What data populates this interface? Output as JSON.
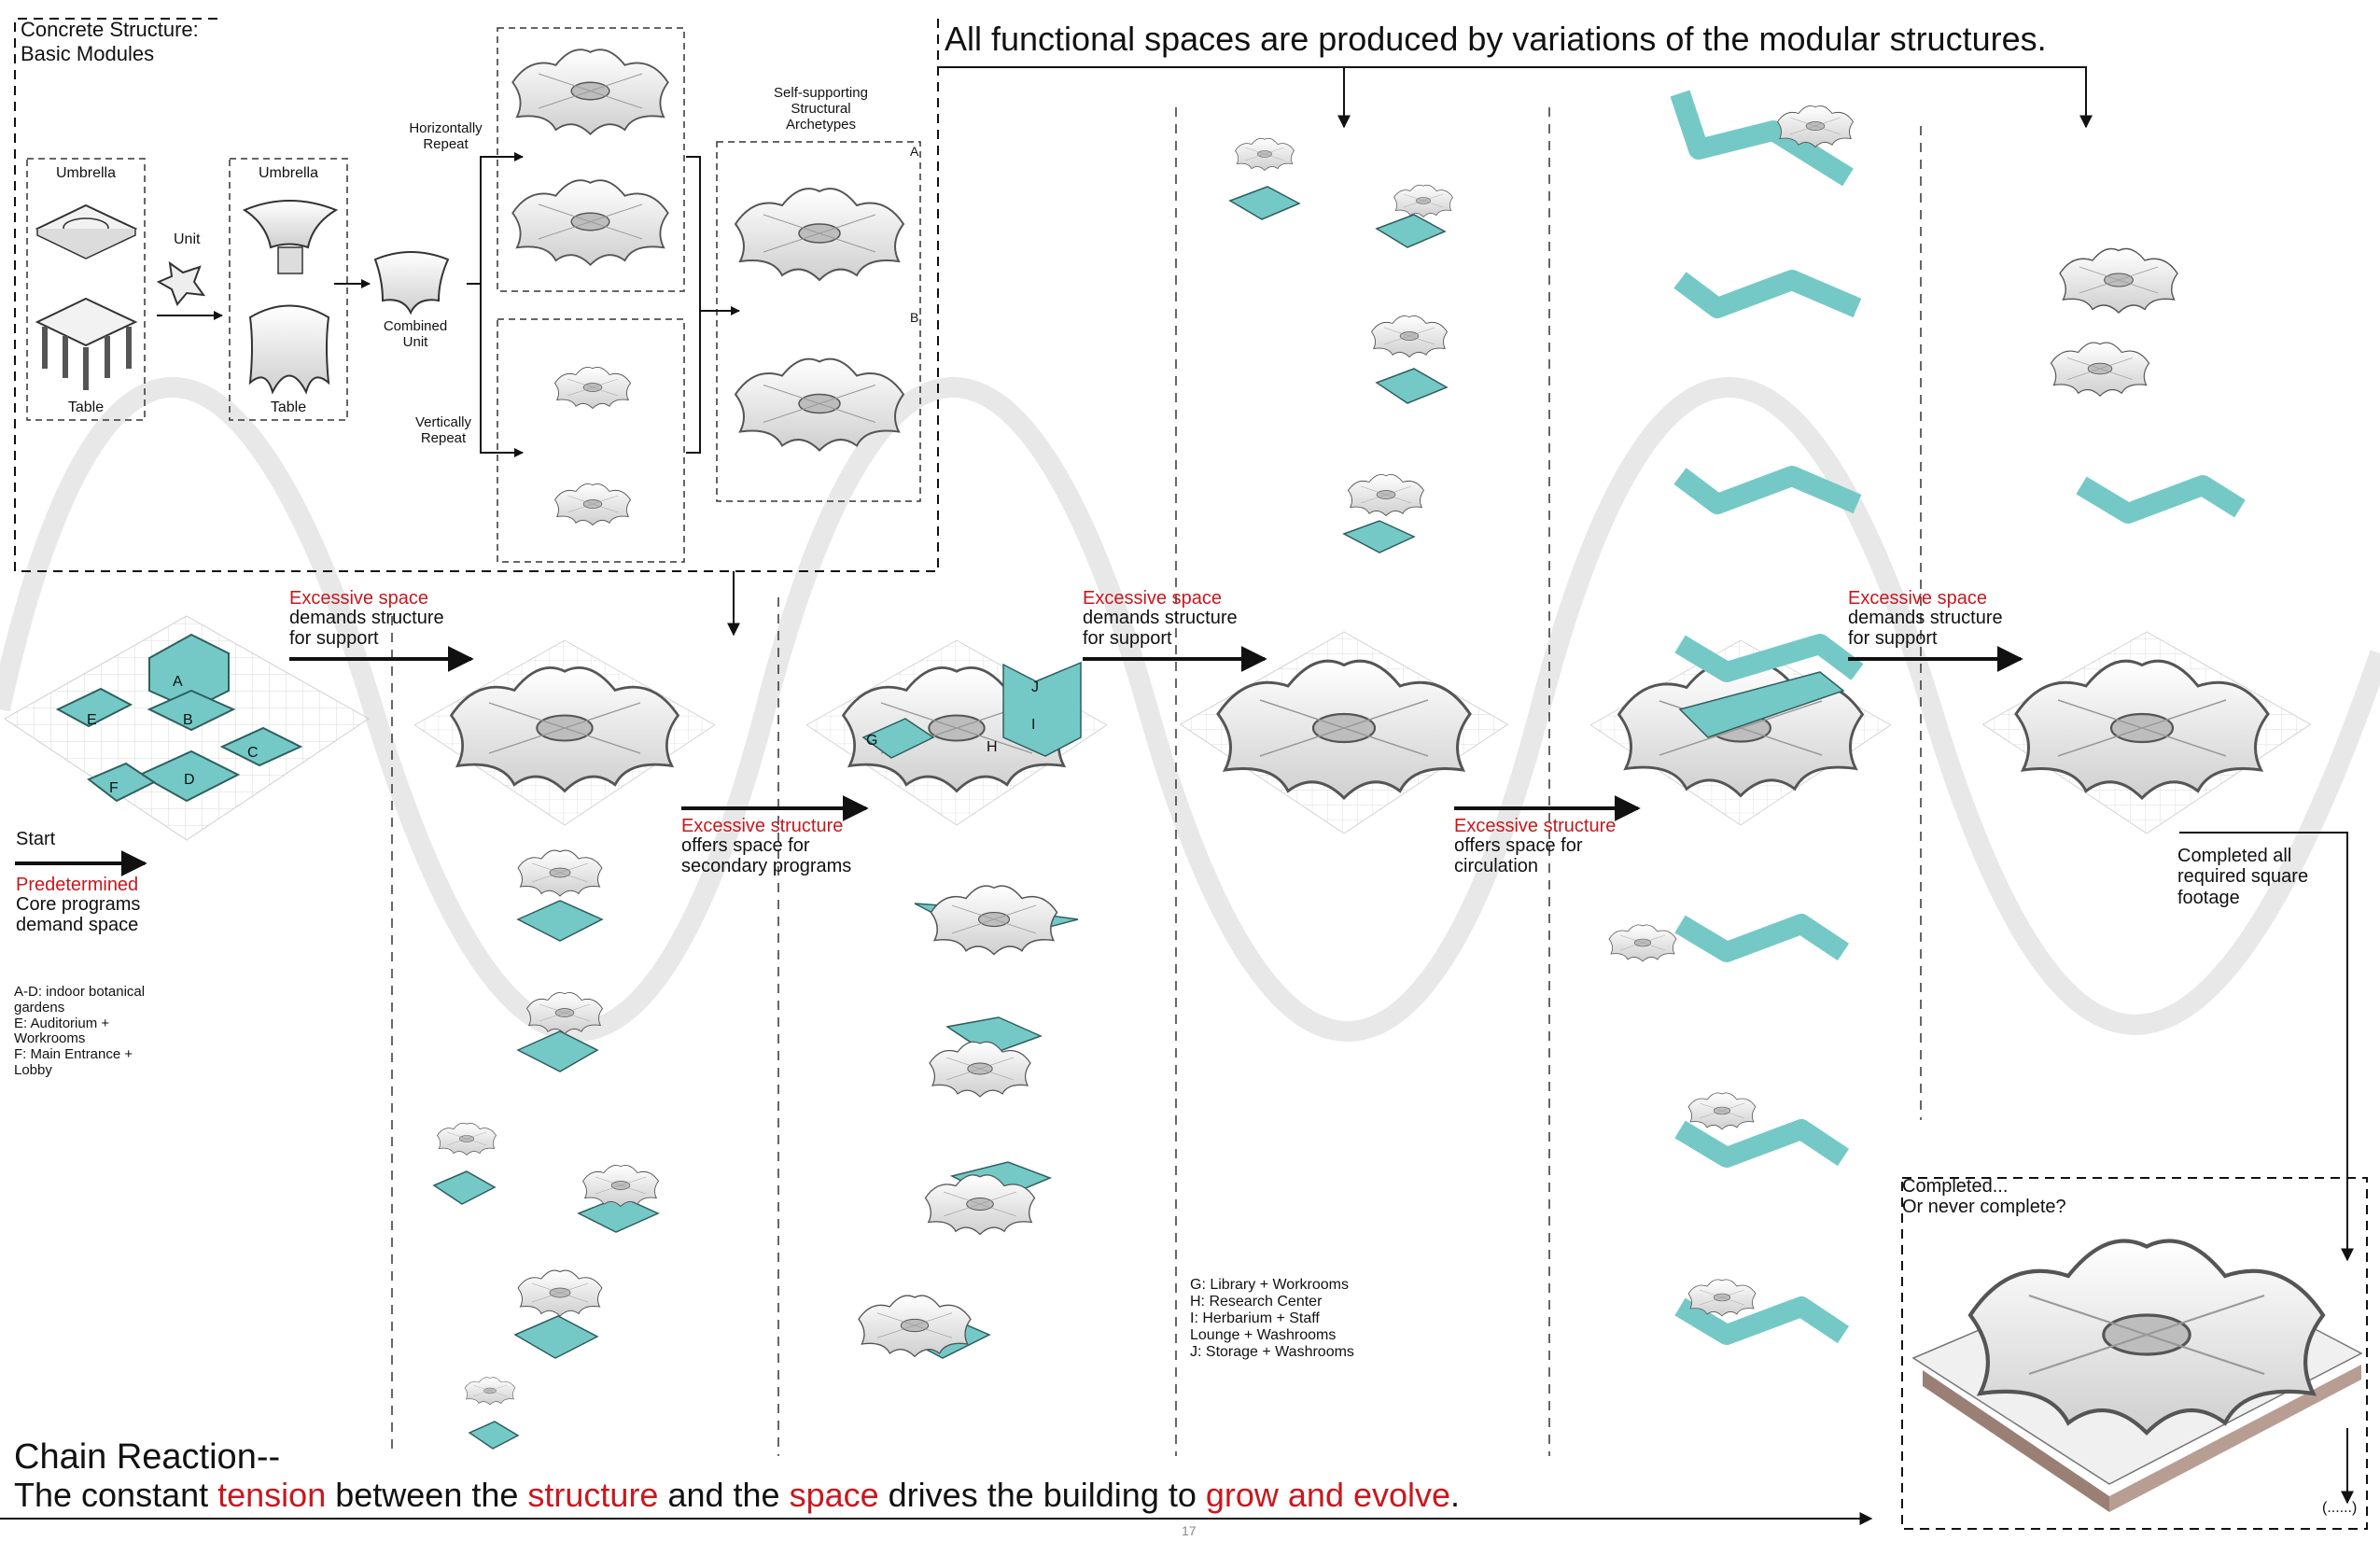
{
  "title_top": "All functional spaces are produced by variations of the modular structures.",
  "modules": {
    "heading_line1": "Concrete Structure:",
    "heading_line2": "Basic Modules",
    "umbrella_1": "Umbrella",
    "table_1": "Table",
    "unit": "Unit",
    "umbrella_2": "Umbrella",
    "table_2": "Table",
    "combined_unit": "Combined\nUnit",
    "horizontally_repeat": "Horizontally\nRepeat",
    "vertically_repeat": "Vertically\nRepeat",
    "archetypes": "Self-supporting\nStructural\nArchetypes",
    "label_a": "A",
    "label_b": "B"
  },
  "start": {
    "start_label": "Start",
    "predetermined": "Predetermined",
    "core_programs": "Core programs\ndemand space",
    "legend": "A-D: indoor botanical\ngardens\nE: Auditorium +\nWorkrooms\nF: Main Entrance +\nLobby",
    "blocks": [
      "A",
      "B",
      "C",
      "D",
      "E",
      "F"
    ]
  },
  "steps": [
    {
      "red": "Excessive space",
      "black": "demands structure\nfor support"
    },
    {
      "red": "Excessive structure",
      "black": "offers space for\nsecondary programs"
    },
    {
      "red": "Excessive space",
      "black": "demands structure\nfor support"
    },
    {
      "red": "Excessive structure",
      "black": "offers space for\ncirculation"
    },
    {
      "red": "Excessive space",
      "black": "demands structure\nfor support"
    }
  ],
  "stage2_blocks": [
    "G",
    "H",
    "I",
    "J"
  ],
  "legend2": "G: Library + Workrooms\nH: Research Center\nI: Herbarium + Staff\nLounge + Washrooms\nJ: Storage + Washrooms",
  "completed_all": "Completed all\nrequired square\nfootage",
  "completed_q": "Completed...\nOr never complete?",
  "ellipsis": "(......)",
  "chain": {
    "line1": "Chain Reaction--",
    "p1": "The constant ",
    "w1": "tension",
    "p2": " between the ",
    "w2": "structure",
    "p3": " and the ",
    "w3": "space",
    "p4": " drives the building to ",
    "w4": "grow and evolve",
    "p5": "."
  },
  "page_number": "17",
  "colors": {
    "teal": "#74c9c7",
    "teal_dark": "#4fa6a4",
    "accent_red": "#c8181e",
    "wave": "#e6e6e6",
    "grid": "#d6d6d6"
  },
  "icons": [
    "arrow-right-icon",
    "arrow-down-icon",
    "umbrella-module-icon",
    "table-module-icon",
    "unit-star-icon"
  ]
}
